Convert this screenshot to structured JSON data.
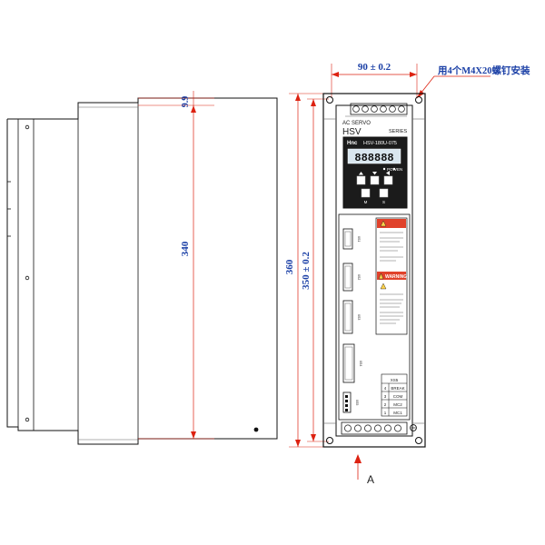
{
  "side_view": {
    "height_label": "340",
    "offset_label": "9.9"
  },
  "front_view": {
    "width_label": "90 ± 0.2",
    "total_height_label": "360",
    "mount_height_label": "350 ± 0.2",
    "mount_note": "用4个M4X20螺钉安装",
    "view_arrow_label": "A"
  },
  "device": {
    "brand_top": "AC SERVO",
    "series_name": "HSV",
    "series_word": "SERIES",
    "logo_text": "Hnc",
    "model": "HSV-180U-075",
    "display_digits": "888888",
    "status_labels": [
      "POW",
      "EN"
    ],
    "keypad_labels": [
      "M",
      "S"
    ],
    "connector_labels": [
      "XS1",
      "XS2",
      "XS3",
      "XS4",
      "XS5"
    ],
    "warning_title": "WARNING",
    "terminal_header": "XS5",
    "terminal_rows": [
      {
        "pin": "4",
        "name": "BREAK"
      },
      {
        "pin": "3",
        "name": "COM"
      },
      {
        "pin": "2",
        "name": "MC2"
      },
      {
        "pin": "1",
        "name": "MC1"
      }
    ]
  },
  "colors": {
    "dimension": "#1a3fa6",
    "leader": "#dd2211",
    "panel": "#1b1b1b",
    "display": "#d9e6ef"
  }
}
